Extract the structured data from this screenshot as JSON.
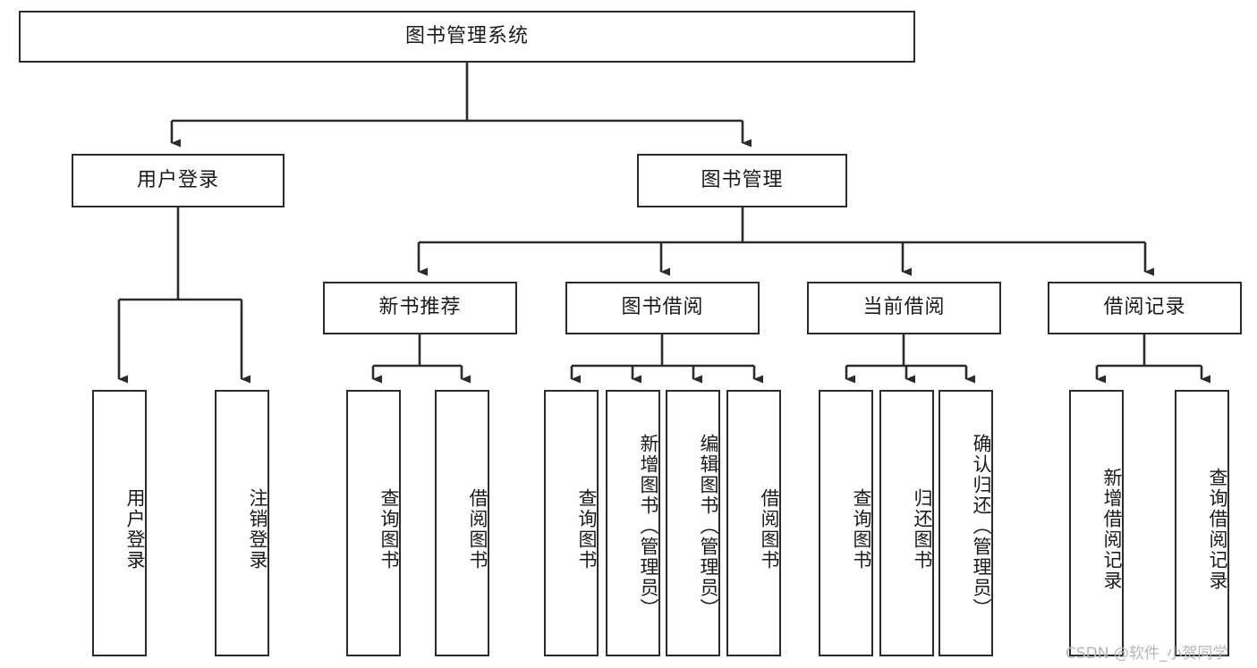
{
  "diagram": {
    "type": "tree-hierarchy-chart",
    "title": "图书管理系统",
    "stroke_color": "#2b2b2b",
    "background_color": "#ffffff",
    "text_color": "#1a1a1a",
    "levels": 4,
    "root": {
      "label": "图书管理系统",
      "orientation": "horizontal"
    },
    "level2": [
      {
        "label": "用户登录",
        "orientation": "horizontal"
      },
      {
        "label": "图书管理",
        "orientation": "horizontal"
      }
    ],
    "level3": [
      {
        "label": "新书推荐",
        "orientation": "horizontal",
        "parent": "图书管理"
      },
      {
        "label": "图书借阅",
        "orientation": "horizontal",
        "parent": "图书管理"
      },
      {
        "label": "当前借阅",
        "orientation": "horizontal",
        "parent": "图书管理"
      },
      {
        "label": "借阅记录",
        "orientation": "horizontal",
        "parent": "图书管理"
      }
    ],
    "leaves": {
      "user_login": [
        {
          "label": "用户登录",
          "orientation": "vertical"
        },
        {
          "label": "注销登录",
          "orientation": "vertical"
        }
      ],
      "new_book_recommend": [
        {
          "label": "查询图书",
          "orientation": "vertical"
        },
        {
          "label": "借阅图书",
          "orientation": "vertical"
        }
      ],
      "book_borrow": [
        {
          "label": "查询图书",
          "orientation": "vertical"
        },
        {
          "label": "新增图书（管理员）",
          "orientation": "vertical"
        },
        {
          "label": "编辑图书（管理员）",
          "orientation": "vertical"
        },
        {
          "label": "借阅图书",
          "orientation": "vertical"
        }
      ],
      "current_borrow": [
        {
          "label": "查询图书",
          "orientation": "vertical"
        },
        {
          "label": "归还图书",
          "orientation": "vertical"
        },
        {
          "label": "确认归还（管理员）",
          "orientation": "vertical"
        }
      ],
      "borrow_record": [
        {
          "label": "新增借阅记录",
          "orientation": "vertical"
        },
        {
          "label": "查询借阅记录",
          "orientation": "vertical"
        }
      ]
    }
  },
  "watermark": {
    "text": "CSDN @软件_小贺同学",
    "color": "#b6b6b6"
  }
}
